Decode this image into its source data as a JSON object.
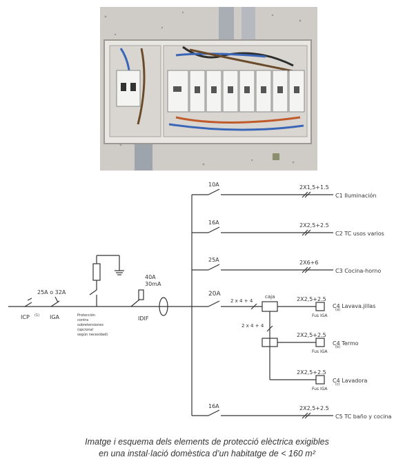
{
  "diagram": {
    "branches": [
      {
        "breaker": "10A",
        "cable": "2X1,5+1.5",
        "circuit": "C1  Iluminación"
      },
      {
        "breaker": "16A",
        "cable": "2X2,5+2.5",
        "circuit": "C2  TC  usos  varios"
      },
      {
        "breaker": "25A",
        "cable": "2X6+6",
        "circuit": "C3  Cocina-horno"
      },
      {
        "breaker": "20A",
        "cable": "2 x 4 + 4",
        "box": "caja",
        "circuit": "C4"
      },
      {
        "breaker": "16A",
        "cable": "2X2,5+2.5",
        "circuit": "C5  TC  baño  y  cocina"
      }
    ],
    "sub_branches": [
      {
        "cable": "2X2,5+2.5",
        "fuse": "Fus IGA",
        "circuit": "C4  Lavava.jillas",
        "sub": "(a)"
      },
      {
        "cable": "2X2,5+2.5",
        "fuse": "Fus IGA",
        "circuit": "C4  Termo",
        "sub": "(b)"
      },
      {
        "cable": "2X2,5+2.5",
        "fuse": "Fus IGA",
        "circuit": "C4  Lavadora",
        "sub": "(c)"
      }
    ],
    "vertical_cable": "2 x 4 + 4",
    "main": {
      "icp_label": "ICP",
      "icp_sup": "(1)",
      "iga_rating": "25A  o  32A",
      "iga_label": "IGA",
      "protection_note": [
        "Protección",
        "contra",
        "sobretensiones",
        "(opcional",
        "según necesidad)"
      ],
      "idif_rating": [
        "40A",
        "30mA"
      ],
      "idif_label": "IDIF"
    }
  },
  "caption": {
    "line1": "Imatge i esquema dels elements de protecció elèctrica exigibles",
    "line2": "en una instal·lació domèstica d’un habitatge de < 160 m²"
  }
}
